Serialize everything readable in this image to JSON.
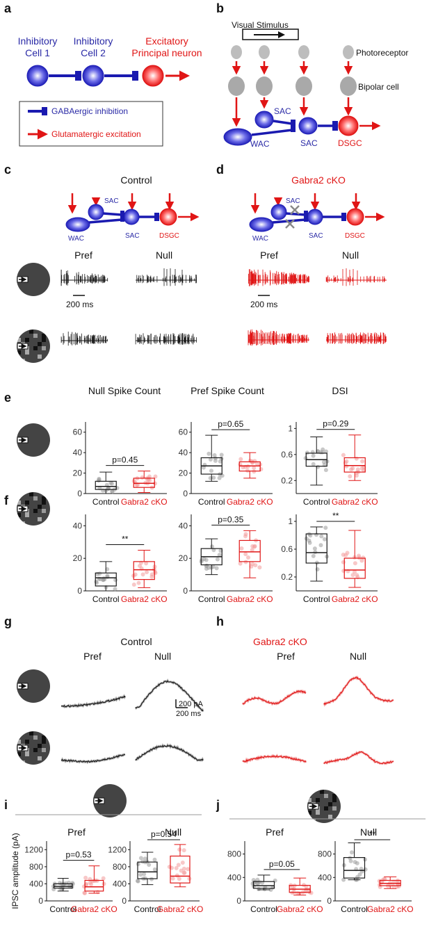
{
  "panel_labels": [
    "a",
    "b",
    "c",
    "d",
    "e",
    "f",
    "g",
    "h",
    "i",
    "j"
  ],
  "panel_a": {
    "cell1": [
      "Inhibitory",
      "Cell 1"
    ],
    "cell2": [
      "Inhibitory",
      "Cell 2"
    ],
    "principal": [
      "Excitatory",
      "Principal neuron"
    ],
    "legend_inhib": "GABAergic inhibition",
    "legend_excit": "Glutamatergic excitation"
  },
  "panel_b": {
    "stimulus": "Visual Stimulus",
    "photoreceptor": "Photoreceptor",
    "bipolar": "Bipolar cell",
    "sac": "SAC",
    "wac": "WAC",
    "dsgc": "DSGC"
  },
  "panel_c": {
    "title": "Control",
    "sac": "SAC",
    "wac": "WAC",
    "dsgc": "DSGC",
    "pref": "Pref",
    "null": "Null",
    "scale": "200 ms"
  },
  "panel_d": {
    "title": "Gabra2 cKO",
    "sac": "SAC",
    "wac": "WAC",
    "dsgc": "DSGC",
    "pref": "Pref",
    "null": "Null",
    "scale": "200 ms"
  },
  "panel_g": {
    "title": "Control",
    "pref": "Pref",
    "null": "Null",
    "scale_pa": "200 pA",
    "scale_ms": "200 ms"
  },
  "panel_h": {
    "title": "Gabra2 cKO",
    "pref": "Pref",
    "null": "Null"
  },
  "colors": {
    "control": "#1a1a1a",
    "cko": "#e01515",
    "inhib": "#1a1ab0",
    "excit": "#e01515"
  },
  "chart_data": [
    {
      "id": "e1",
      "type": "box",
      "title": "Null Spike Count",
      "categories": [
        "Control",
        "Gabra2 cKO"
      ],
      "ylim": [
        0,
        70
      ],
      "yticks": [
        0,
        20,
        40,
        60
      ],
      "annotation": "p=0.45",
      "boxes": [
        {
          "min": 0,
          "q1": 4,
          "median": 7,
          "q3": 12,
          "max": 21
        },
        {
          "min": 1,
          "q1": 6,
          "median": 10,
          "q3": 15,
          "max": 22
        }
      ]
    },
    {
      "id": "e2",
      "type": "box",
      "title": "Pref Spike Count",
      "categories": [
        "Control",
        "Gabra2 cKO"
      ],
      "ylim": [
        0,
        70
      ],
      "yticks": [
        0,
        20,
        40,
        60
      ],
      "annotation": "p=0.65",
      "boxes": [
        {
          "min": 12,
          "q1": 19,
          "median": 27,
          "q3": 35,
          "max": 57
        },
        {
          "min": 15,
          "q1": 22,
          "median": 27,
          "q3": 31,
          "max": 40
        }
      ]
    },
    {
      "id": "e3",
      "type": "box",
      "title": "DSI",
      "categories": [
        "Control",
        "Gabra2 cKO"
      ],
      "ylim": [
        0,
        1.1
      ],
      "yticks": [
        0.2,
        0.6,
        1
      ],
      "annotation": "p=0.29",
      "boxes": [
        {
          "min": 0.13,
          "q1": 0.42,
          "median": 0.52,
          "q3": 0.62,
          "max": 0.87
        },
        {
          "min": 0.2,
          "q1": 0.33,
          "median": 0.43,
          "q3": 0.55,
          "max": 0.9
        }
      ]
    },
    {
      "id": "f1",
      "type": "box",
      "title": "",
      "categories": [
        "Control",
        "Gabra2 cKO"
      ],
      "ylim": [
        0,
        47
      ],
      "yticks": [
        0,
        20,
        40
      ],
      "annotation": "**",
      "boxes": [
        {
          "min": 0,
          "q1": 3,
          "median": 8,
          "q3": 11,
          "max": 18
        },
        {
          "min": 2,
          "q1": 7,
          "median": 13,
          "q3": 18,
          "max": 25
        }
      ]
    },
    {
      "id": "f2",
      "type": "box",
      "title": "",
      "categories": [
        "Control",
        "Gabra2 cKO"
      ],
      "ylim": [
        0,
        47
      ],
      "yticks": [
        0,
        20,
        40
      ],
      "annotation": "p=0.35",
      "boxes": [
        {
          "min": 10,
          "q1": 16,
          "median": 21,
          "q3": 26,
          "max": 32
        },
        {
          "min": 8,
          "q1": 18,
          "median": 24,
          "q3": 31,
          "max": 37
        }
      ]
    },
    {
      "id": "f3",
      "type": "box",
      "title": "",
      "categories": [
        "Control",
        "Gabra2 cKO"
      ],
      "ylim": [
        0,
        1.1
      ],
      "yticks": [
        0.2,
        0.6,
        1
      ],
      "annotation": "**",
      "boxes": [
        {
          "min": 0.14,
          "q1": 0.4,
          "median": 0.55,
          "q3": 0.82,
          "max": 0.92
        },
        {
          "min": 0.05,
          "q1": 0.18,
          "median": 0.3,
          "q3": 0.47,
          "max": 0.87
        }
      ]
    },
    {
      "id": "i1",
      "type": "box",
      "title": "Pref",
      "ylabel": "IPSC amplitude (pA)",
      "categories": [
        "Control",
        "Gabra2 cKO"
      ],
      "ylim": [
        0,
        1400
      ],
      "yticks": [
        0,
        400,
        800,
        1200
      ],
      "annotation": "p=0.53",
      "boxes": [
        {
          "min": 230,
          "q1": 300,
          "median": 340,
          "q3": 400,
          "max": 530
        },
        {
          "min": 180,
          "q1": 230,
          "median": 330,
          "q3": 480,
          "max": 820
        }
      ]
    },
    {
      "id": "i2",
      "type": "box",
      "title": "Null",
      "categories": [
        "Control",
        "Gabra2 cKO"
      ],
      "ylim": [
        0,
        1400
      ],
      "yticks": [
        0,
        400,
        800,
        1200
      ],
      "annotation": "p=0.54",
      "boxes": [
        {
          "min": 380,
          "q1": 520,
          "median": 680,
          "q3": 910,
          "max": 1140
        },
        {
          "min": 330,
          "q1": 420,
          "median": 580,
          "q3": 1050,
          "max": 1320
        }
      ]
    },
    {
      "id": "j1",
      "type": "box",
      "title": "Pref",
      "categories": [
        "Control",
        "Gabra2 cKO"
      ],
      "ylim": [
        0,
        1020
      ],
      "yticks": [
        0,
        400,
        800
      ],
      "annotation": "p=0.05",
      "boxes": [
        {
          "min": 190,
          "q1": 215,
          "median": 260,
          "q3": 330,
          "max": 440
        },
        {
          "min": 100,
          "q1": 145,
          "median": 200,
          "q3": 265,
          "max": 390
        }
      ]
    },
    {
      "id": "j2",
      "type": "box",
      "title": "Null",
      "categories": [
        "Control",
        "Gabra2 cKO"
      ],
      "ylim": [
        0,
        1020
      ],
      "yticks": [
        0,
        400,
        800
      ],
      "annotation": "**",
      "boxes": [
        {
          "min": 360,
          "q1": 390,
          "median": 520,
          "q3": 740,
          "max": 990
        },
        {
          "min": 210,
          "q1": 260,
          "median": 300,
          "q3": 350,
          "max": 410
        }
      ]
    }
  ]
}
